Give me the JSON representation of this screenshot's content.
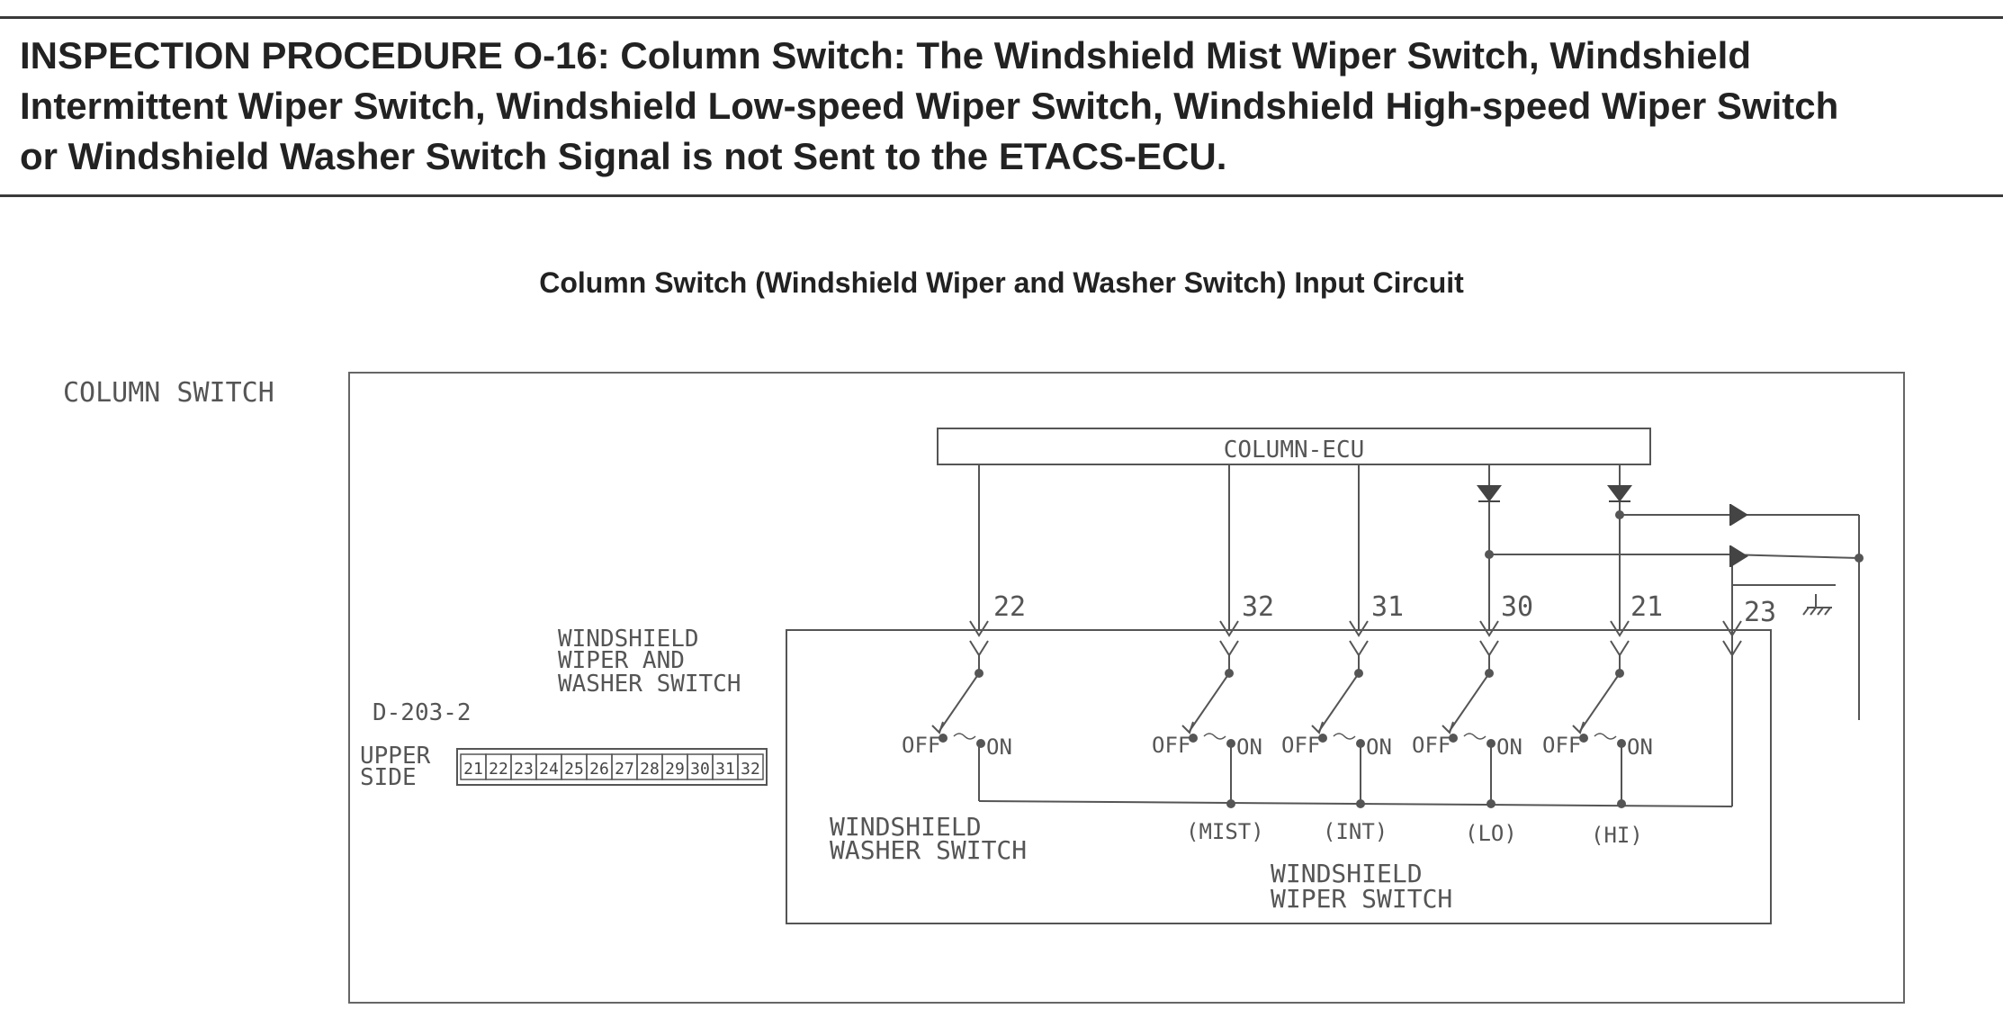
{
  "header": {
    "title_lines": [
      "INSPECTION PROCEDURE O-16: Column Switch: The Windshield Mist Wiper Switch, Windshield",
      "Intermittent Wiper Switch, Windshield Low-speed Wiper Switch, Windshield High-speed Wiper Switch",
      "or Windshield Washer Switch Signal is not Sent to the ETACS-ECU."
    ]
  },
  "diagram": {
    "title": "Column Switch (Windshield Wiper and Washer Switch) Input Circuit",
    "outer_label": "COLUMN SWITCH",
    "ecu_label": "COLUMN-ECU",
    "switch_assembly_label": [
      "WINDSHIELD",
      "WIPER AND",
      "WASHER SWITCH"
    ],
    "connector": {
      "id": "D-203-2",
      "side_label": [
        "UPPER",
        "SIDE"
      ],
      "pins": [
        "21",
        "22",
        "23",
        "24",
        "25",
        "26",
        "27",
        "28",
        "29",
        "30",
        "31",
        "32"
      ]
    },
    "terminals": [
      "22",
      "32",
      "31",
      "30",
      "21",
      "23"
    ],
    "switch_states": {
      "off": "OFF",
      "on": "ON"
    },
    "switch_modes": [
      "(MIST)",
      "(INT)",
      "(LO)",
      "(HI)"
    ],
    "washer_label": [
      "WINDSHIELD",
      "WASHER SWITCH"
    ],
    "wiper_label": [
      "WINDSHIELD",
      "WIPER SWITCH"
    ],
    "colors": {
      "line": "#555555",
      "text": "#222222"
    }
  }
}
